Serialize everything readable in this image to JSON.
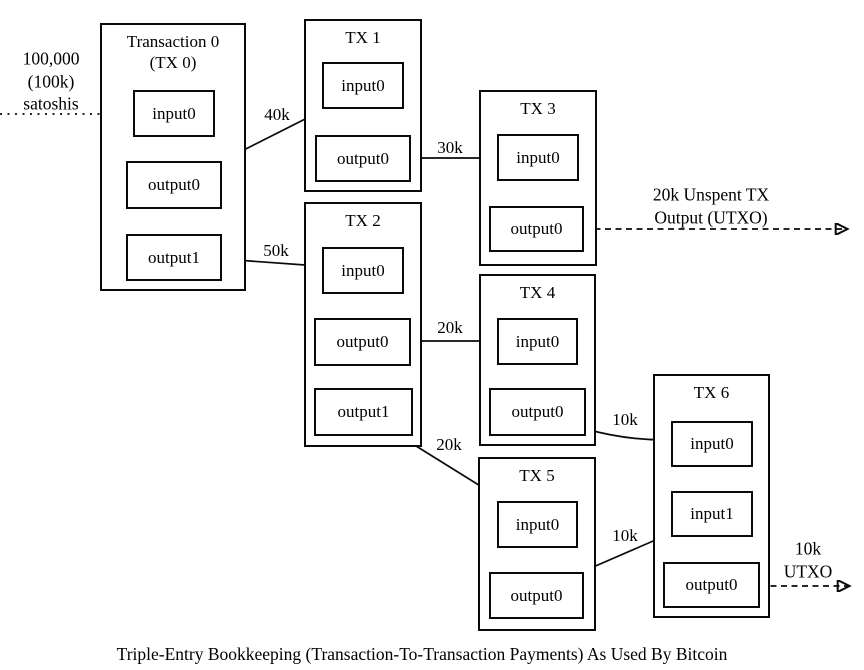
{
  "caption": "Triple-Entry Bookkeeping (Transaction-To-Transaction Payments) As Used By Bitcoin",
  "annotations": {
    "source": "100,000\n(100k)\nsatoshis",
    "utxo_20k": "20k Unspent TX\nOutput (UTXO)",
    "utxo_10k": "10k\nUTXO"
  },
  "flow_labels": {
    "tx0_tx1": "40k",
    "tx0_tx2": "50k",
    "tx1_tx3": "30k",
    "tx2_tx4": "20k",
    "tx2_tx5": "20k",
    "tx4_tx6": "10k",
    "tx5_tx6": "10k"
  },
  "transactions": {
    "tx0": {
      "title": "Transaction 0\n(TX 0)",
      "slots": {
        "input0": "input0",
        "output0": "output0",
        "output1": "output1"
      }
    },
    "tx1": {
      "title": "TX 1",
      "slots": {
        "input0": "input0",
        "output0": "output0"
      }
    },
    "tx2": {
      "title": "TX 2",
      "slots": {
        "input0": "input0",
        "output0": "output0",
        "output1": "output1"
      }
    },
    "tx3": {
      "title": "TX 3",
      "slots": {
        "input0": "input0",
        "output0": "output0"
      }
    },
    "tx4": {
      "title": "TX 4",
      "slots": {
        "input0": "input0",
        "output0": "output0"
      }
    },
    "tx5": {
      "title": "TX 5",
      "slots": {
        "input0": "input0",
        "output0": "output0"
      }
    },
    "tx6": {
      "title": "TX 6",
      "slots": {
        "input0": "input0",
        "input1": "input1",
        "output0": "output0"
      }
    }
  }
}
